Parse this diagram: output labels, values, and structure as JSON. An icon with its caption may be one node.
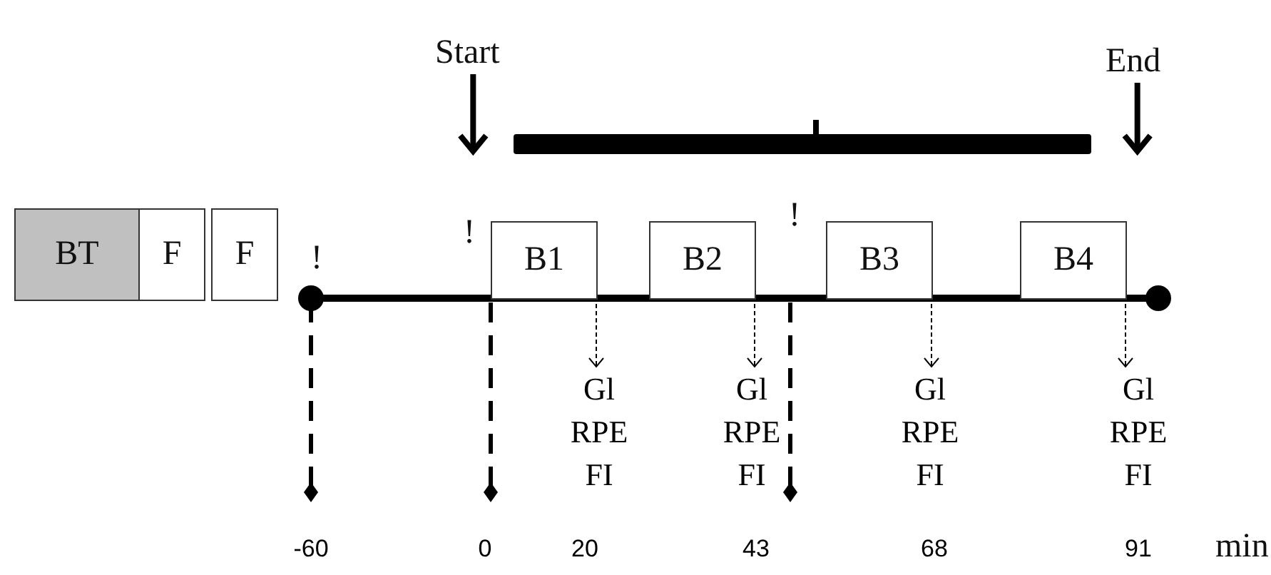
{
  "diagram": {
    "nodes": [
      {
        "text": [
          "Start"
        ]
      },
      {
        "text": [
          "End"
        ]
      },
      {
        "text": [
          "BT"
        ]
      },
      {
        "text": [
          "F"
        ]
      },
      {
        "text": [
          "F"
        ]
      },
      {
        "text": [
          "B1"
        ]
      },
      {
        "text": [
          "B2"
        ]
      },
      {
        "text": [
          "B3"
        ]
      },
      {
        "text": [
          "B4"
        ]
      },
      {
        "text": [
          "Gl",
          "RPE",
          "FI"
        ]
      },
      {
        "text": [
          "Gl",
          "RPE",
          "FI"
        ]
      },
      {
        "text": [
          "Gl",
          "RPE",
          "FI"
        ]
      },
      {
        "text": [
          "Gl",
          "RPE",
          "FI"
        ]
      }
    ],
    "edges": [
      {
        "from": 0,
        "to": null,
        "arrow": "to",
        "style": "thick"
      },
      {
        "from": 1,
        "to": null,
        "arrow": "to",
        "style": "thick"
      },
      {
        "from": 5,
        "to": 9,
        "arrow": "to",
        "style": "dashed"
      },
      {
        "from": 6,
        "to": 10,
        "arrow": "to",
        "style": "dashed"
      },
      {
        "from": 7,
        "to": 11,
        "arrow": "to",
        "style": "dashed"
      },
      {
        "from": 8,
        "to": 12,
        "arrow": "to",
        "style": "dashed"
      }
    ],
    "labels": [
      "!",
      "!",
      "!",
      "-60",
      "0",
      "20",
      "43",
      "68",
      "91",
      "min"
    ]
  }
}
